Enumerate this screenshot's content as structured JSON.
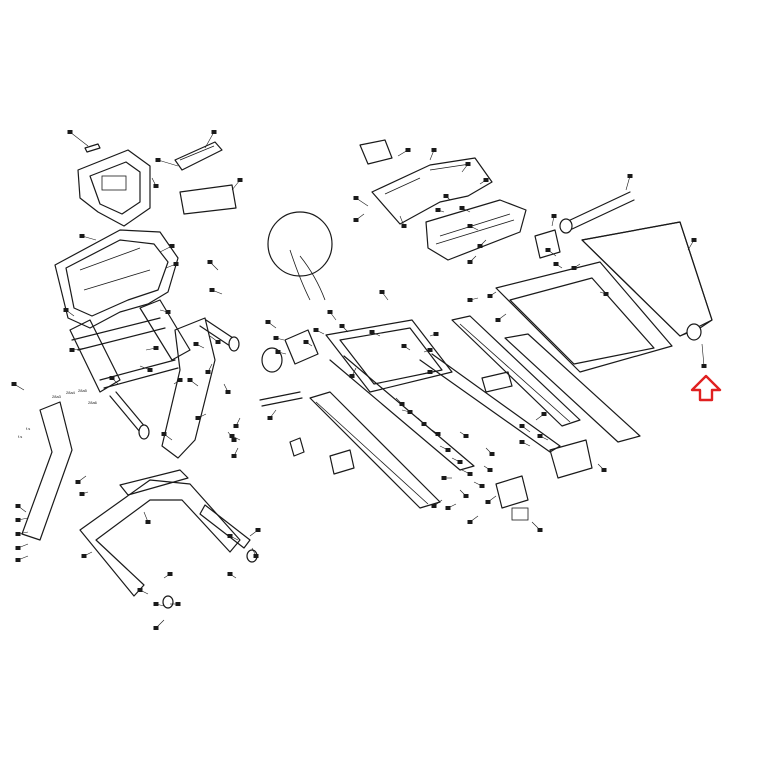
{
  "colors": {
    "line": "#1a1a1a",
    "background": "#ffffff",
    "highlight_arrow": "#e02020"
  },
  "annotations": {
    "highlight_arrow_direction": "up"
  },
  "small_labels": {
    "left_a": "28a3",
    "left_b": "28a4",
    "left_c": "28a5",
    "left_d": "28a6",
    "left_e": "f.s",
    "left_f": "f.s"
  }
}
